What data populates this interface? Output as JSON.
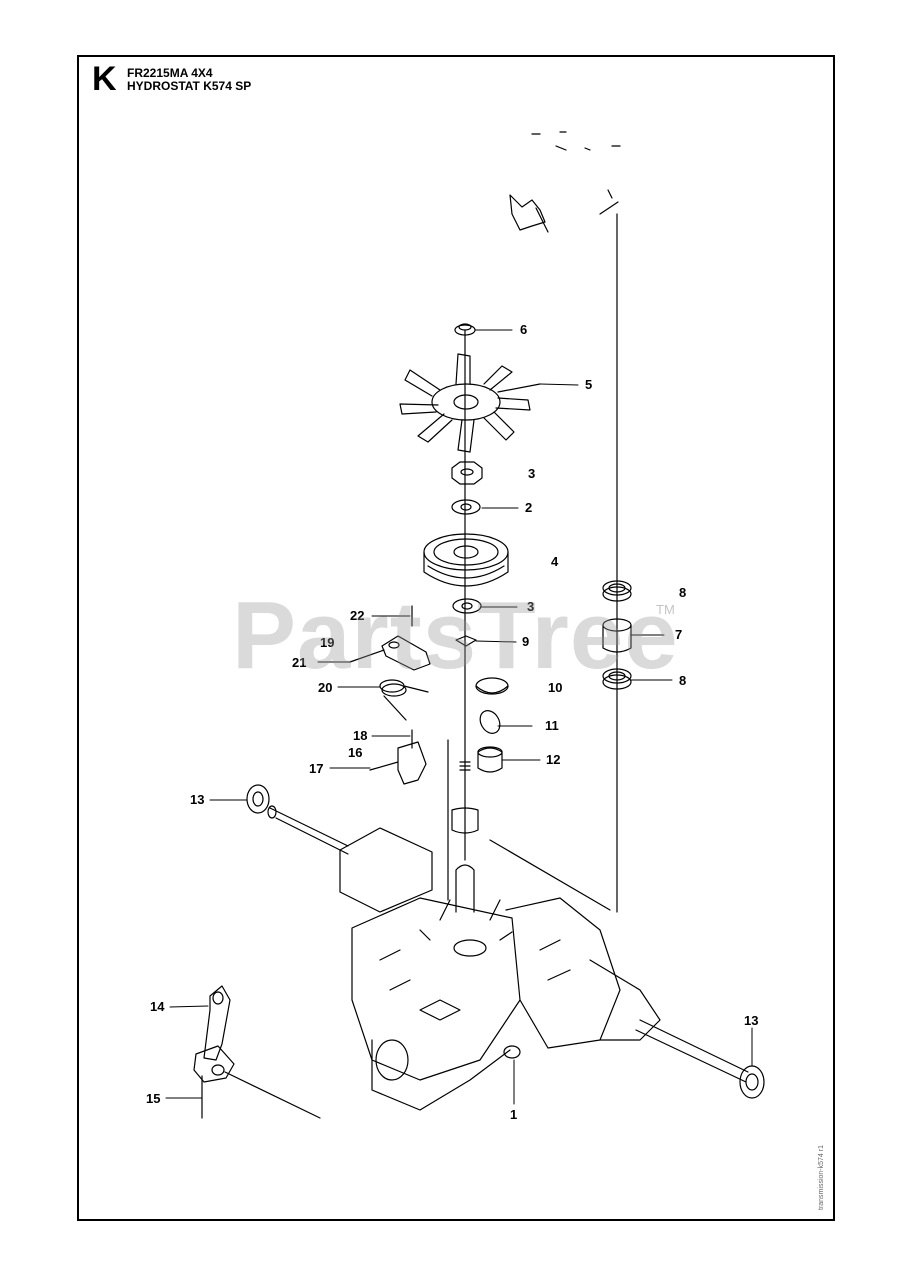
{
  "header": {
    "section_letter": "K",
    "model": "FR2215MA 4X4",
    "subtitle": "HYDROSTAT K574 SP"
  },
  "watermark": {
    "text": "PartsTree",
    "trademark": "TM"
  },
  "doc_code": "transmission-k574 r1",
  "callouts": {
    "c1": "1",
    "c2": "2",
    "c3a": "3",
    "c3b": "3",
    "c4": "4",
    "c5": "5",
    "c6": "6",
    "c7": "7",
    "c8a": "8",
    "c8b": "8",
    "c9": "9",
    "c10": "10",
    "c11": "11",
    "c12": "12",
    "c13a": "13",
    "c13b": "13",
    "c14": "14",
    "c15": "15",
    "c16": "16",
    "c17": "17",
    "c18": "18",
    "c19": "19",
    "c20": "20",
    "c21": "21",
    "c22": "22"
  },
  "colors": {
    "line": "#000000",
    "watermark": "#969696"
  }
}
